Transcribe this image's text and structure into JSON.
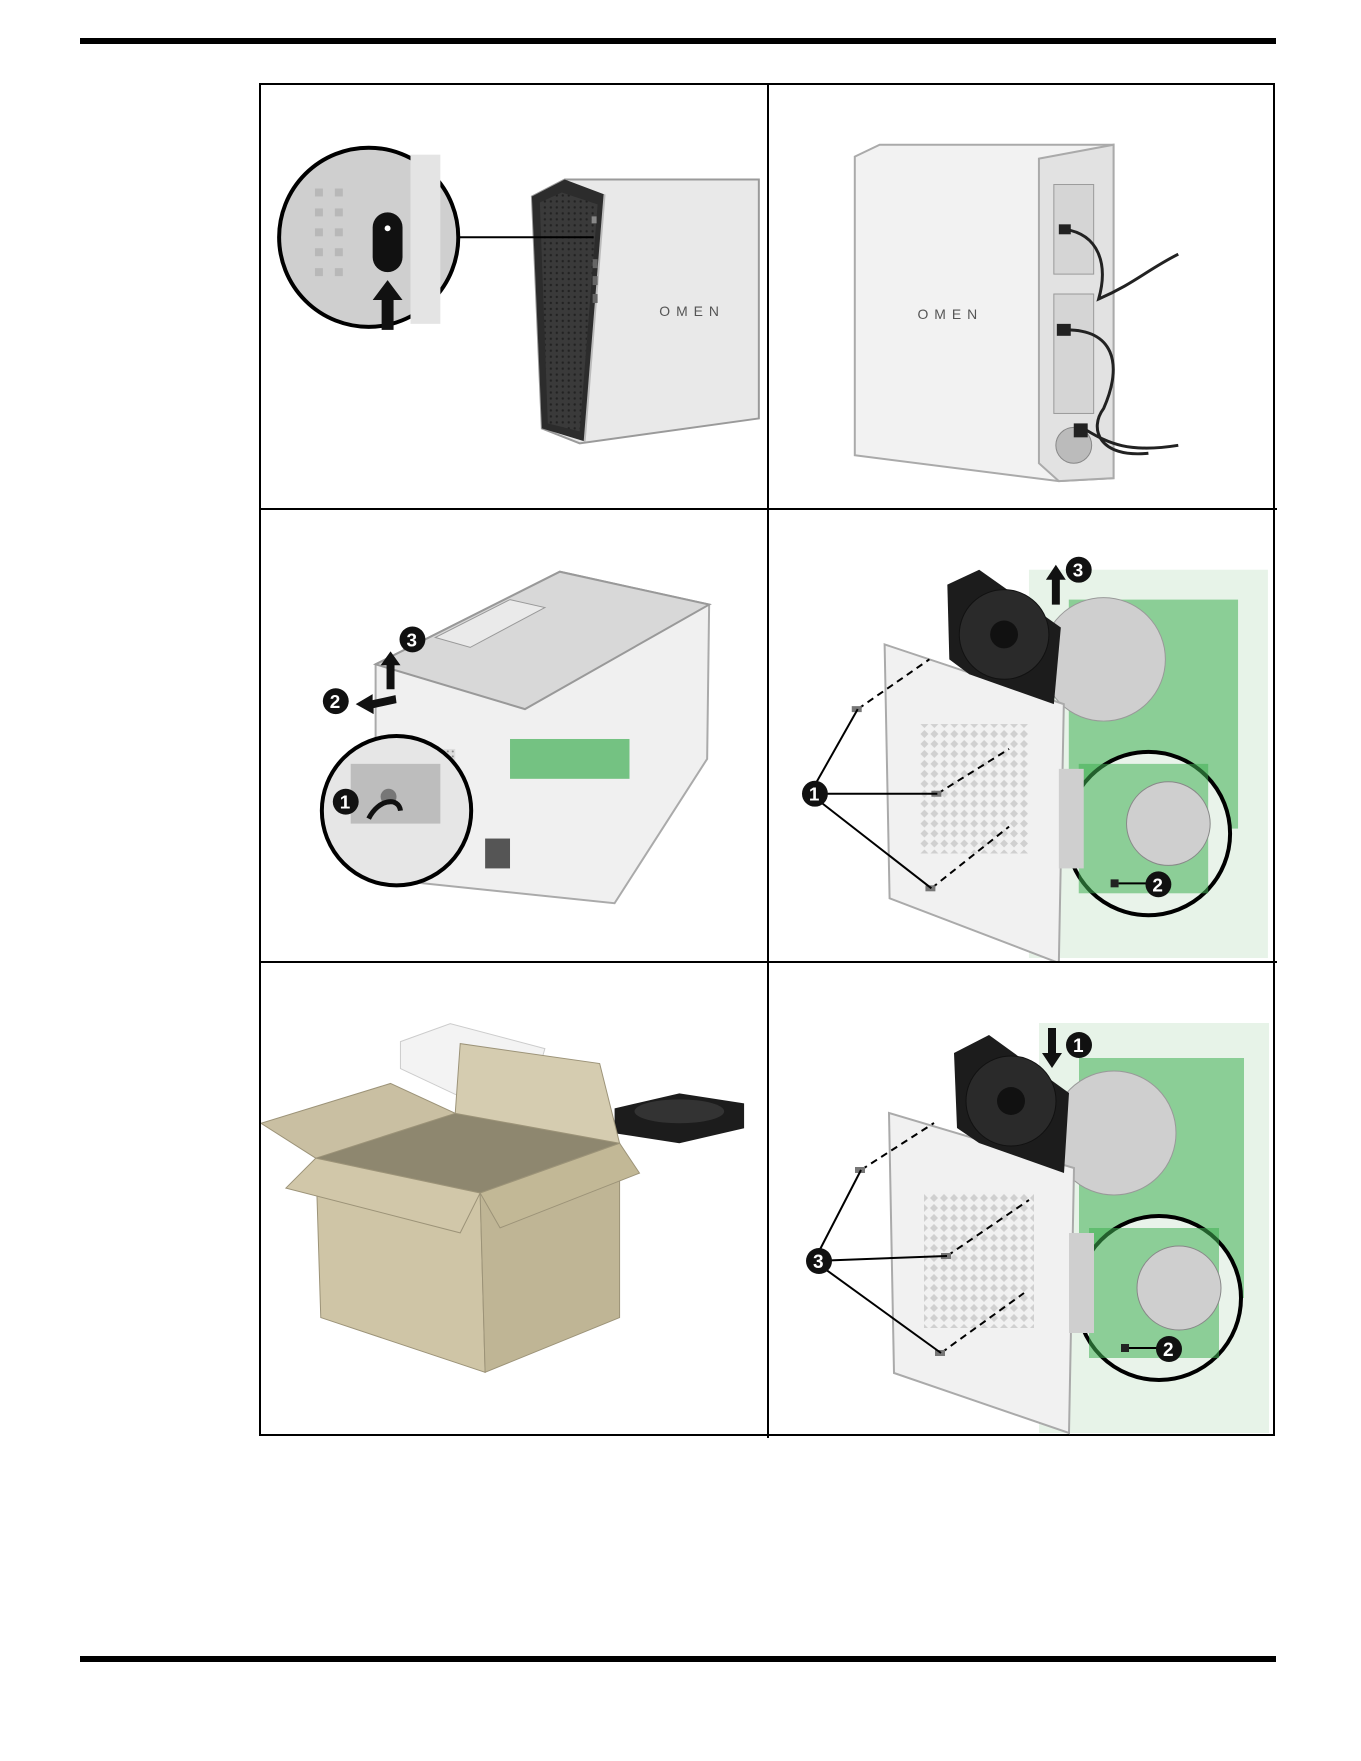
{
  "header": {
    "rule": "top-rule"
  },
  "steps": [
    {
      "panel": "power-off",
      "brand": "OMEN",
      "callouts": []
    },
    {
      "panel": "disconnect-cables",
      "brand": "OMEN",
      "callouts": []
    },
    {
      "panel": "remove-side-panel",
      "callouts": [
        "1",
        "2",
        "3"
      ]
    },
    {
      "panel": "remove-fan",
      "callouts": [
        "1",
        "2",
        "3"
      ]
    },
    {
      "panel": "unpack-new-fan",
      "callouts": []
    },
    {
      "panel": "install-fan",
      "callouts": [
        "1",
        "2",
        "3"
      ]
    }
  ],
  "colors": {
    "ink": "#000000",
    "chassis": "#e6e6e6",
    "board": "#3fae52",
    "cardboard": "#c9bfa2"
  }
}
